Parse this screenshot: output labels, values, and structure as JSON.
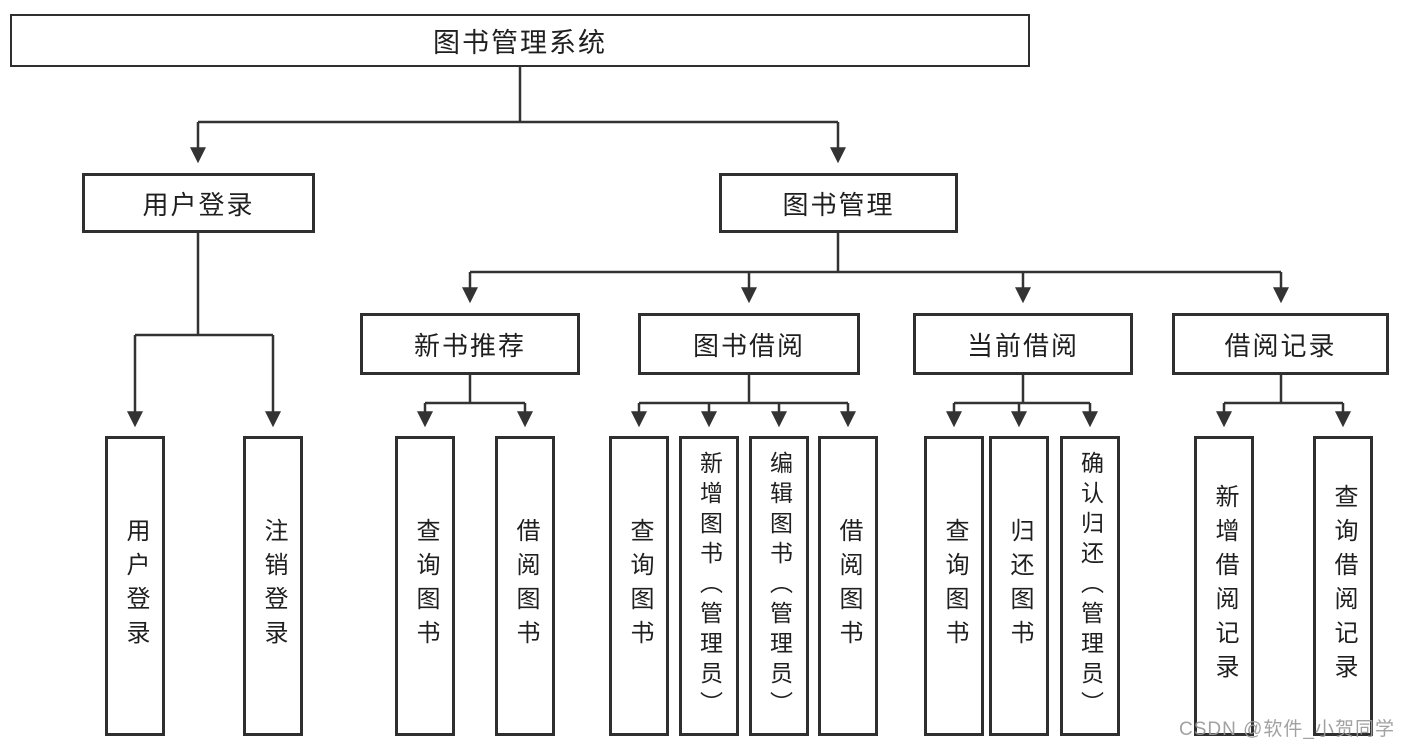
{
  "diagram": {
    "root": {
      "label": "图书管理系统"
    },
    "level2": [
      {
        "label": "用户登录"
      },
      {
        "label": "图书管理",
        "parent": "图书管理系统"
      }
    ],
    "level3": [
      {
        "label": "新书推荐",
        "parent": "图书管理"
      },
      {
        "label": "图书借阅",
        "parent": "图书管理"
      },
      {
        "label": "当前借阅",
        "parent": "图书管理"
      },
      {
        "label": "借阅记录",
        "parent": "图书管理"
      }
    ],
    "leaves": [
      {
        "label": "用户登录",
        "parent": "用户登录"
      },
      {
        "label": "注销登录",
        "parent": "用户登录"
      },
      {
        "label": "查询图书",
        "parent": "新书推荐"
      },
      {
        "label": "借阅图书",
        "parent": "新书推荐"
      },
      {
        "label": "查询图书",
        "parent": "图书借阅"
      },
      {
        "label": "新增图书（管理员）",
        "parent": "图书借阅"
      },
      {
        "label": "编辑图书（管理员）",
        "parent": "图书借阅"
      },
      {
        "label": "借阅图书",
        "parent": "图书借阅"
      },
      {
        "label": "查询图书",
        "parent": "当前借阅"
      },
      {
        "label": "归还图书",
        "parent": "当前借阅"
      },
      {
        "label": "确认归还（管理员）",
        "parent": "当前借阅"
      },
      {
        "label": "新增借阅记录",
        "parent": "借阅记录"
      },
      {
        "label": "查询借阅记录",
        "parent": "借阅记录"
      }
    ]
  },
  "watermark": {
    "text": "CSDN @软件_小贺同学"
  },
  "colors": {
    "line": "#333333",
    "box_border": "#2f2f2f",
    "text": "#1f1f1f",
    "watermark": "#9a9a9a",
    "background": "#ffffff"
  }
}
